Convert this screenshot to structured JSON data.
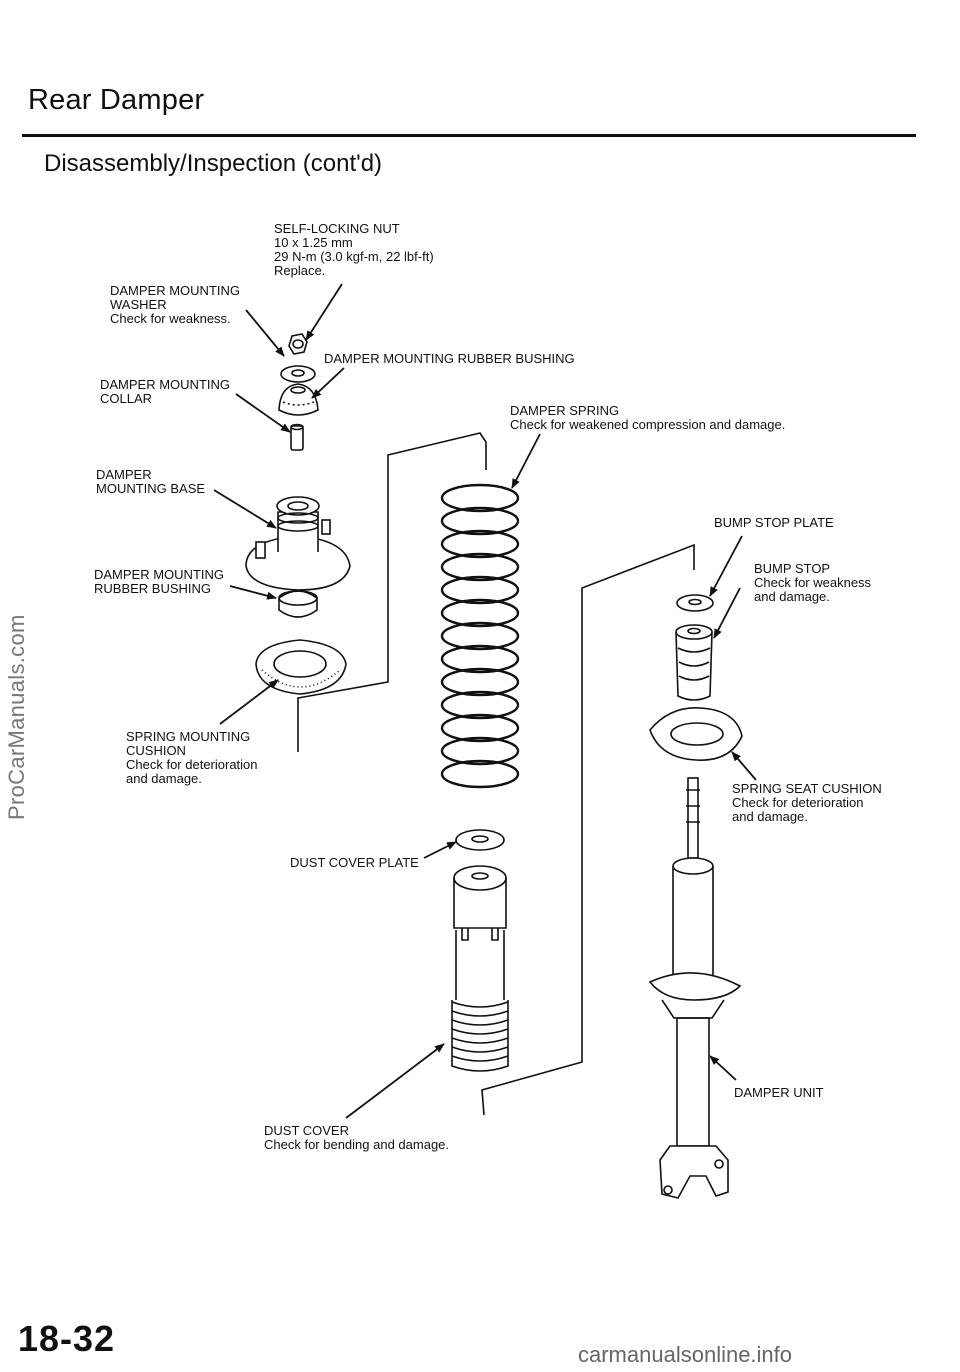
{
  "header": {
    "title": "Rear Damper",
    "subtitle": "Disassembly/Inspection (cont'd)"
  },
  "labels": {
    "self_locking_nut": [
      "SELF-LOCKING NUT",
      "10 x 1.25 mm",
      "29 N-m (3.0 kgf-m, 22 lbf-ft)",
      "Replace."
    ],
    "damper_mounting_washer": [
      "DAMPER MOUNTING",
      "WASHER",
      "Check for weakness."
    ],
    "damper_mounting_rubber_bushing_top": [
      "DAMPER MOUNTING RUBBER BUSHING"
    ],
    "damper_mounting_collar": [
      "DAMPER MOUNTING",
      "COLLAR"
    ],
    "damper_spring": [
      "DAMPER SPRING",
      "Check for weakened compression and damage."
    ],
    "damper_mounting_base": [
      "DAMPER",
      "MOUNTING BASE"
    ],
    "bump_stop_plate": [
      "BUMP STOP PLATE"
    ],
    "bump_stop": [
      "BUMP STOP",
      "Check for weakness",
      "and damage."
    ],
    "damper_mounting_rubber_bushing_lower": [
      "DAMPER MOUNTING",
      "RUBBER BUSHING"
    ],
    "spring_mounting_cushion": [
      "SPRING MOUNTING",
      "CUSHION",
      "Check for deterioration",
      "and damage."
    ],
    "spring_seat_cushion": [
      "SPRING SEAT CUSHION",
      "Check for deterioration",
      "and damage."
    ],
    "dust_cover_plate": [
      "DUST COVER PLATE"
    ],
    "damper_unit": [
      "DAMPER UNIT"
    ],
    "dust_cover": [
      "DUST COVER",
      "Check for bending and damage."
    ]
  },
  "side_watermark": "ProCarManuals.com",
  "page_number": "18-32",
  "footer_watermark": "carmanualsonline.info"
}
